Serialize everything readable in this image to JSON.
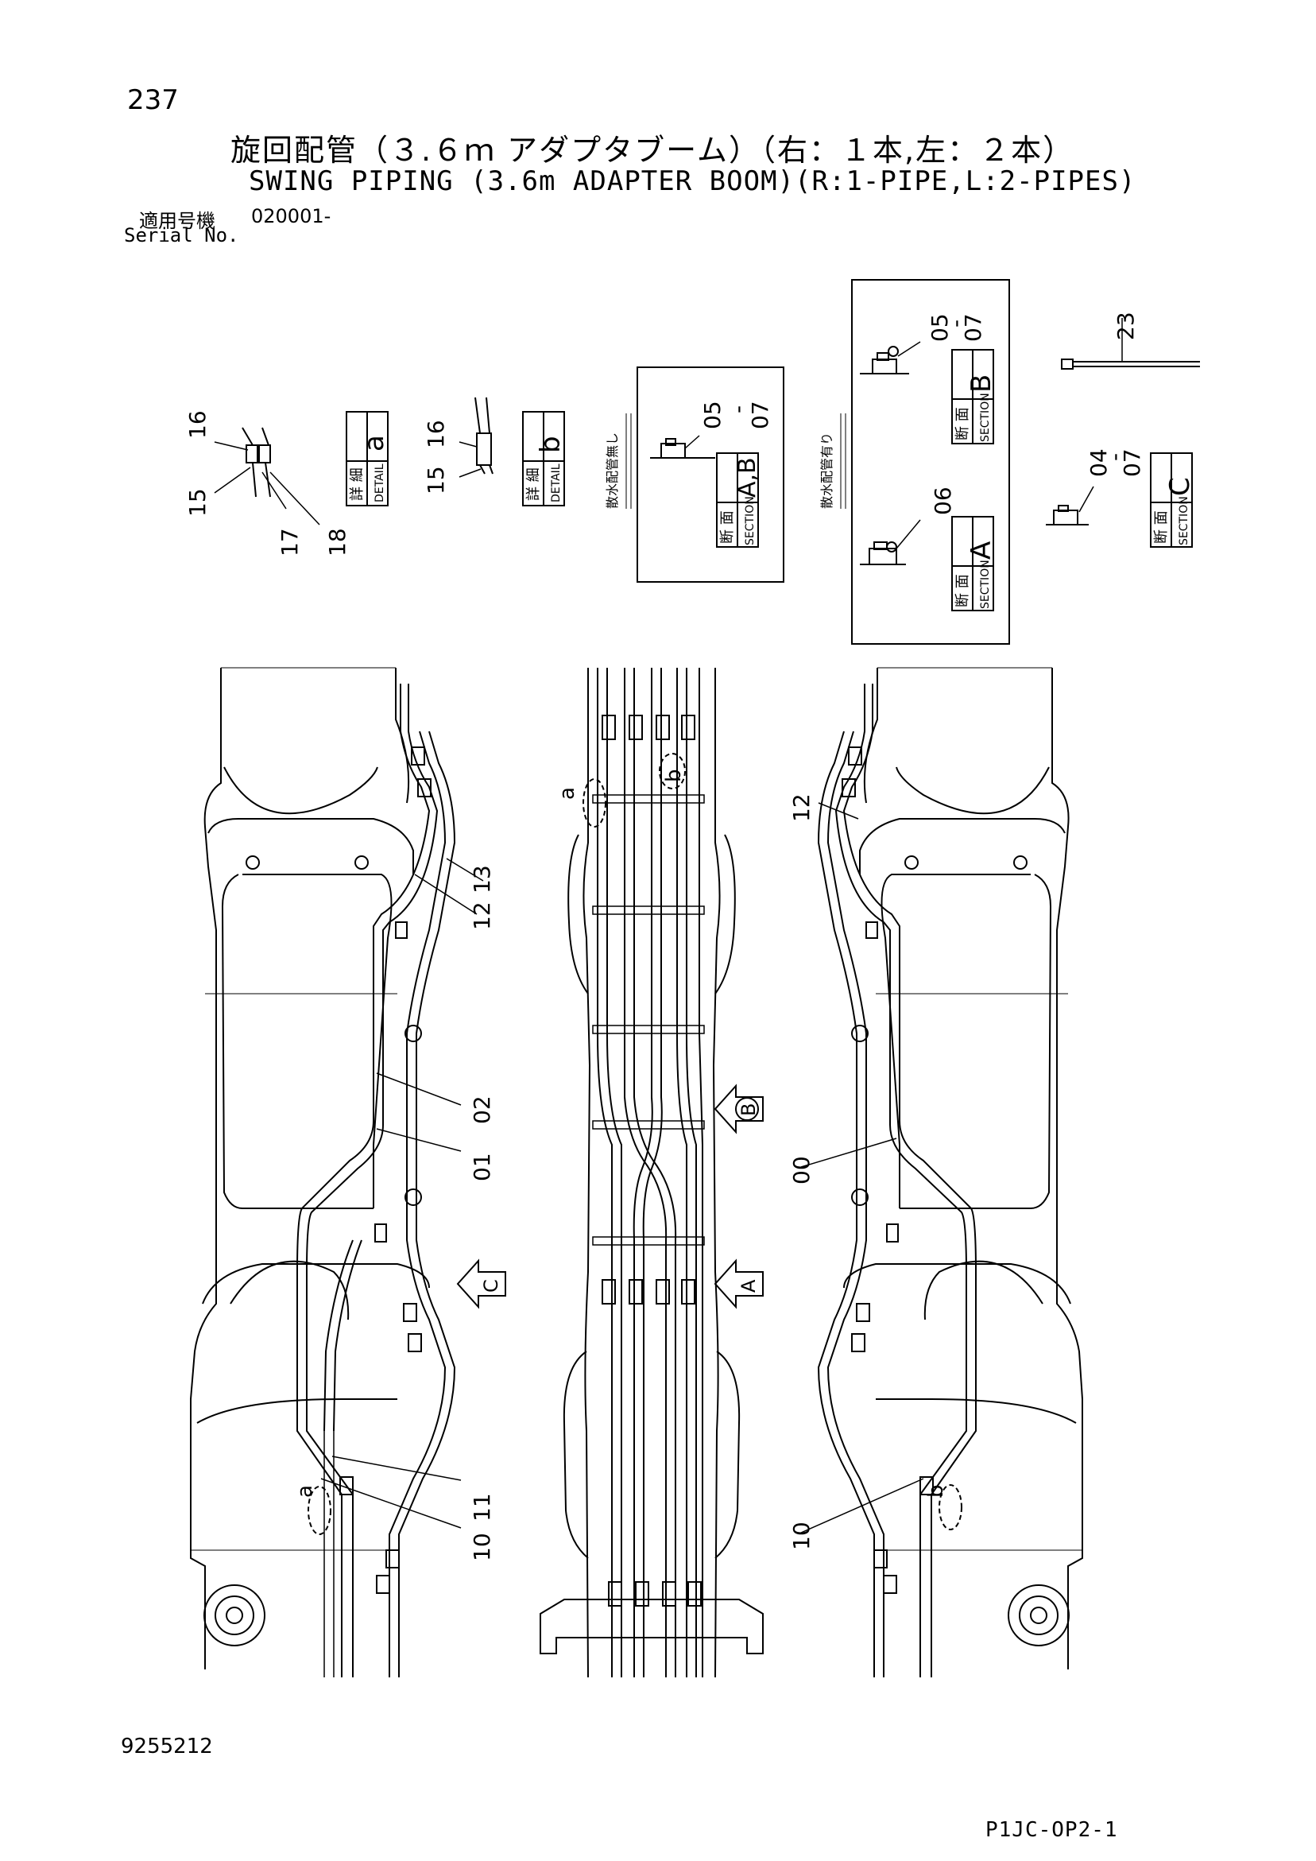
{
  "header": {
    "page_number": "237",
    "title_jp": "旋回配管（３.６ｍ アダプタブーム）（右：１本,左：２本）",
    "title_en": "SWING PIPING (3.6m ADAPTER BOOM)(R:1-PIPE,L:2-PIPES)",
    "applicability_label": "適用号機",
    "applicability_value": "020001-",
    "serial_label": "Serial No."
  },
  "detail_a": {
    "label_jp": "詳 細",
    "label_en": "DETAIL",
    "letter": "a",
    "parts": [
      "16",
      "15",
      "17",
      "18"
    ]
  },
  "detail_b": {
    "label_jp": "詳 細",
    "label_en": "DETAIL",
    "letter": "b",
    "parts": [
      "16",
      "15"
    ]
  },
  "section_ab_box": {
    "note_jp": "散水配管無し",
    "section_jp": "断 面",
    "section_en": "SECTION",
    "letter": "A,B",
    "part_top": "05",
    "part_dash": "-",
    "part_bottom": "07"
  },
  "section_wet_box": {
    "note_jp": "散水配管有り",
    "section_jp": "断 面",
    "section_en": "SECTION",
    "letter_b": "B",
    "letter_a": "A",
    "part_b_top": "05",
    "part_b_dash": "-",
    "part_b_bottom": "07",
    "part_a": "06"
  },
  "section_c": {
    "section_jp": "断 面",
    "section_en": "SECTION",
    "letter": "C",
    "part_top": "04",
    "part_dash": "-",
    "part_bottom": "07"
  },
  "part_23": "23",
  "left_view_callouts": [
    "13",
    "12",
    "02",
    "01",
    "11",
    "10"
  ],
  "left_view_detail_marker": "a",
  "center_view_detail_markers": [
    "a",
    "b"
  ],
  "section_arrows": [
    "B",
    "A",
    "C"
  ],
  "right_view_callouts": [
    "12",
    "00",
    "10"
  ],
  "right_view_detail_marker": "b",
  "footer": {
    "doc_code": "9255212",
    "page_code": "P1JC-OP2-1"
  }
}
